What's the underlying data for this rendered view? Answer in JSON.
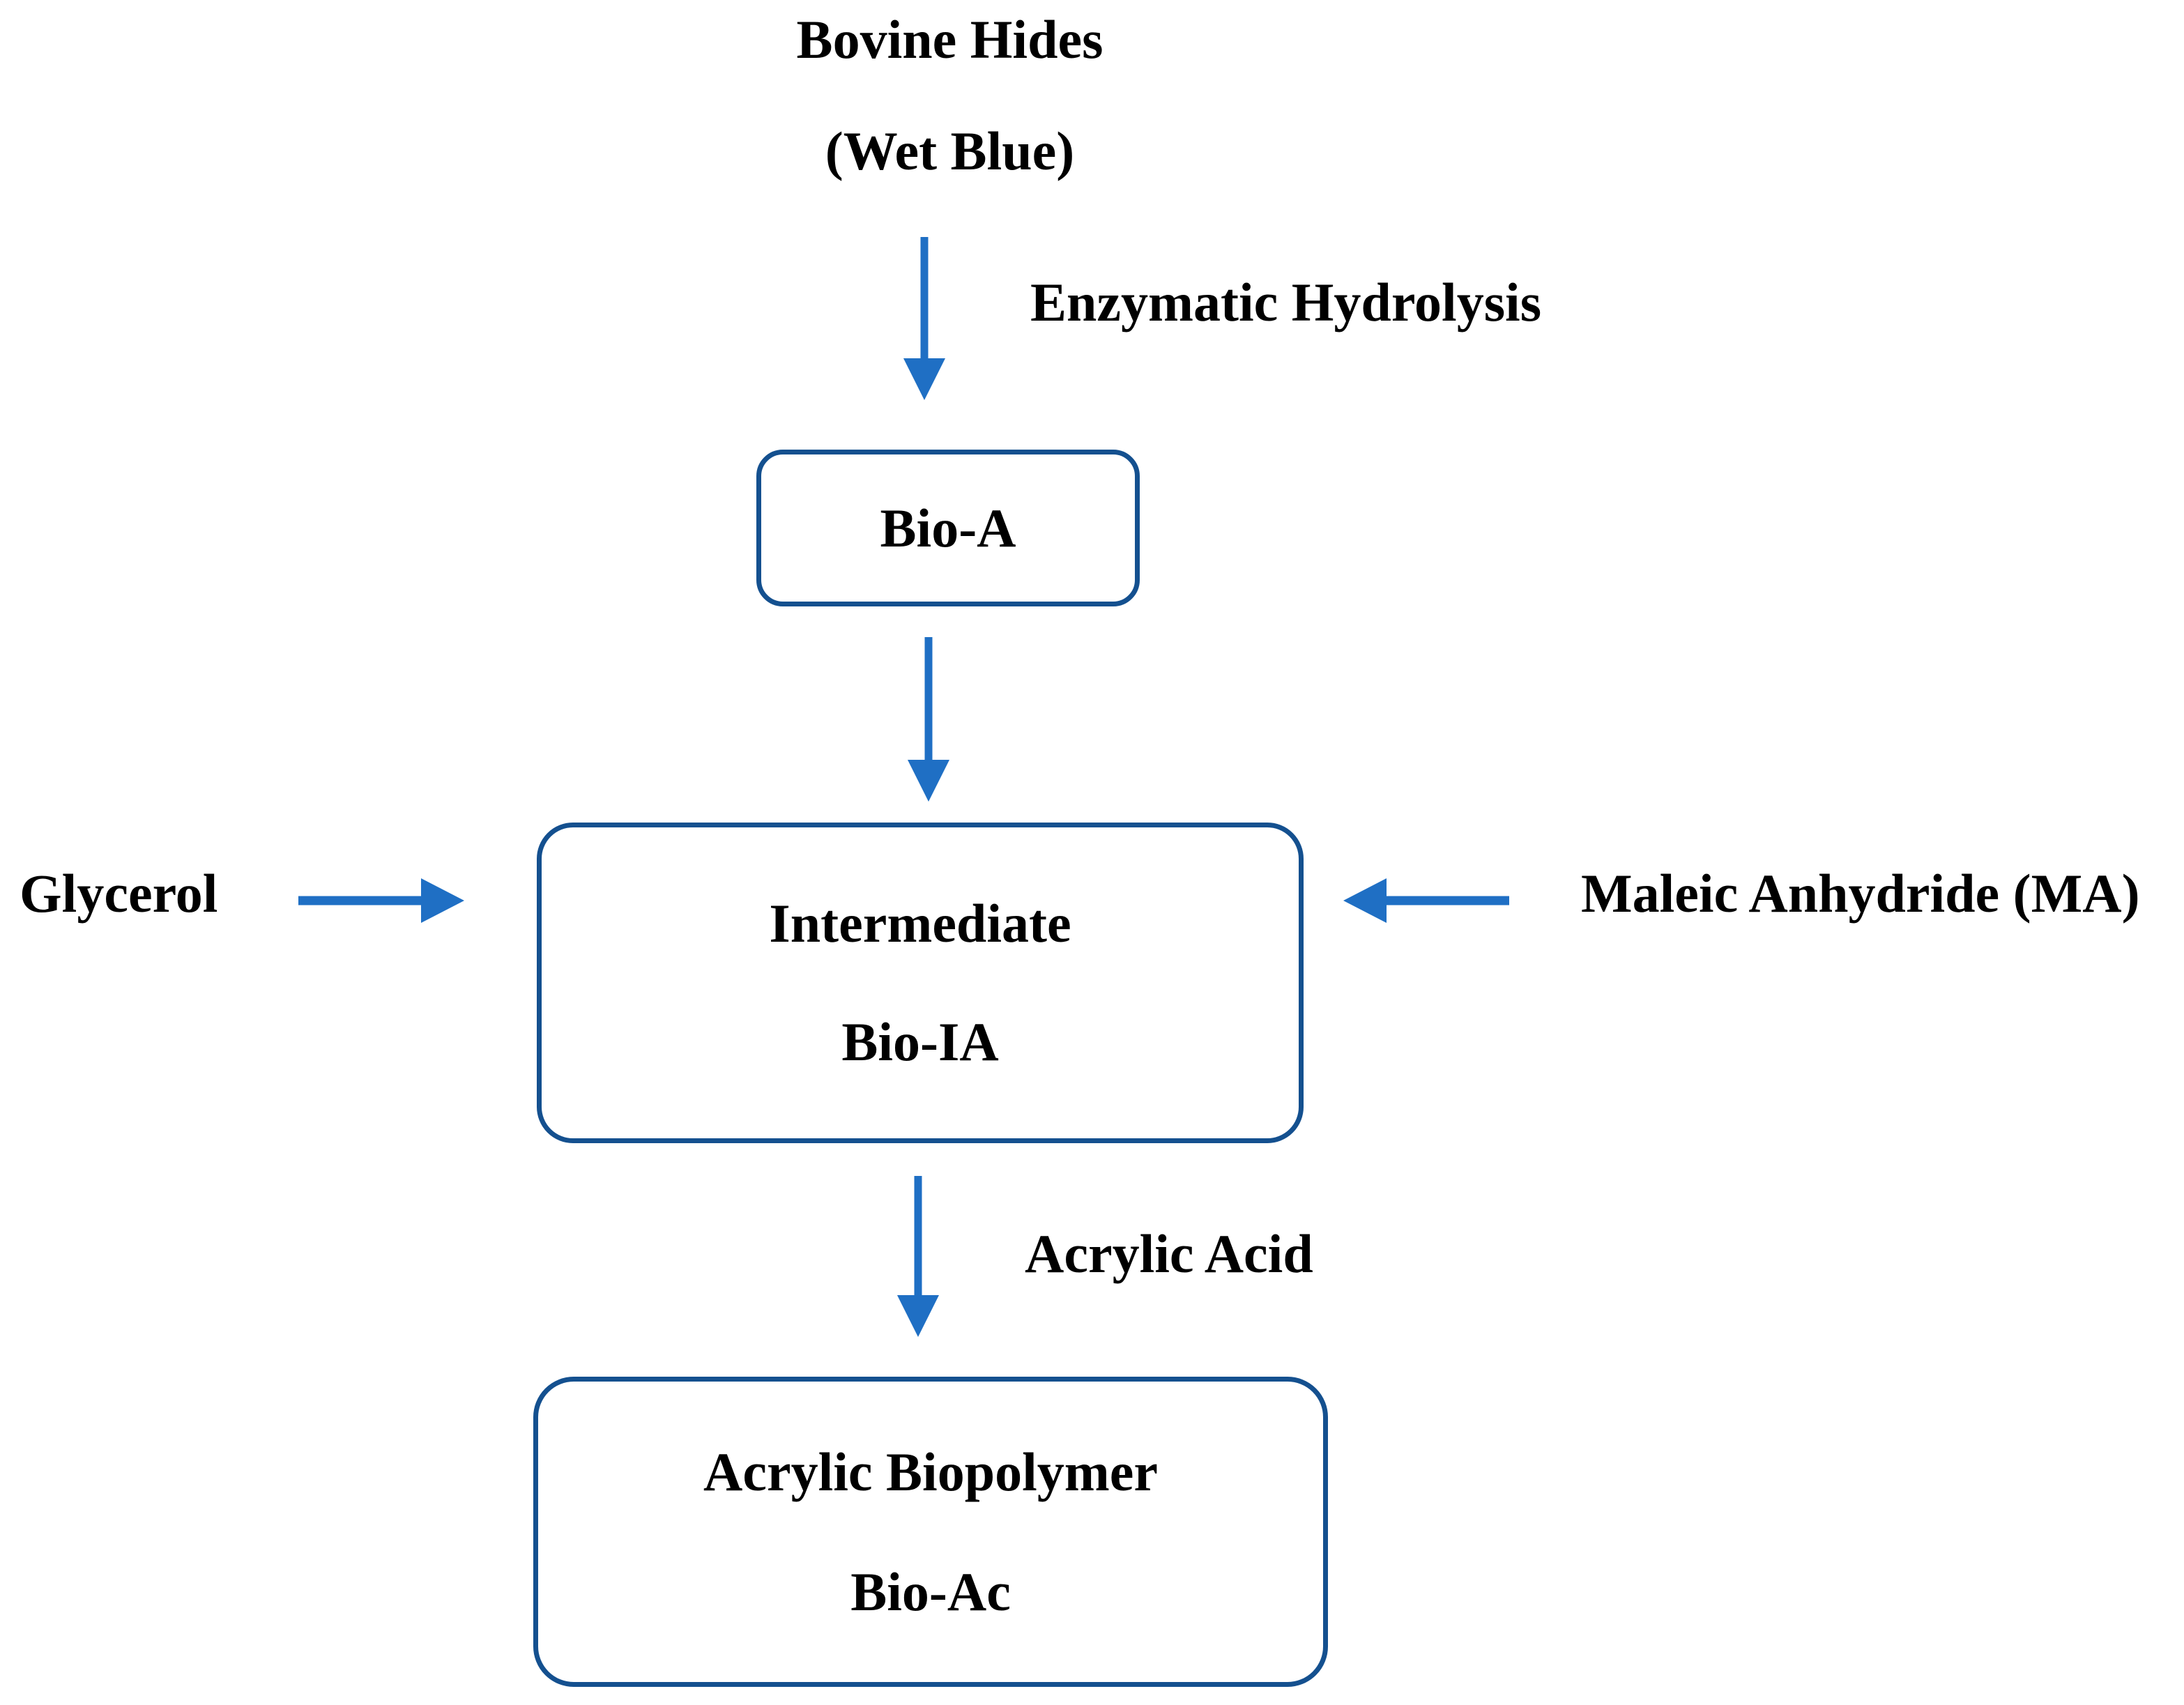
{
  "diagram": {
    "title_lines": {
      "line1": "Bovine Hides",
      "line2": "(Wet Blue)"
    },
    "colors": {
      "arrow_blue": "#1f6fc4",
      "box_border_blue": "#14508f",
      "text_black": "#000000",
      "background": "#ffffff"
    },
    "nodes": [
      {
        "id": "bio-a",
        "lines": [
          "Bio-A"
        ]
      },
      {
        "id": "intermediate",
        "lines": [
          "Intermediate",
          "Bio-IA"
        ]
      },
      {
        "id": "acrylic-biopolymer",
        "lines": [
          "Acrylic Biopolymer",
          "Bio-Ac"
        ]
      }
    ],
    "edges": [
      {
        "id": "hides-to-bio-a",
        "label": "Enzymatic Hydrolysis",
        "direction": "down"
      },
      {
        "id": "bio-a-to-intermediate",
        "label": "",
        "direction": "down"
      },
      {
        "id": "glycerol-to-intermediate",
        "label": "Glycerol",
        "direction": "right"
      },
      {
        "id": "maleic-to-intermediate",
        "label": "Maleic Anhydride (MA)",
        "direction": "left"
      },
      {
        "id": "intermediate-to-acrylic",
        "label": "Acrylic Acid",
        "direction": "down"
      }
    ],
    "reagent_labels": {
      "glycerol": "Glycerol",
      "maleic_anhydride": "Maleic Anhydride (MA)"
    },
    "process_labels": {
      "enzymatic_hydrolysis": "Enzymatic Hydrolysis",
      "acrylic_acid": "Acrylic Acid"
    }
  }
}
